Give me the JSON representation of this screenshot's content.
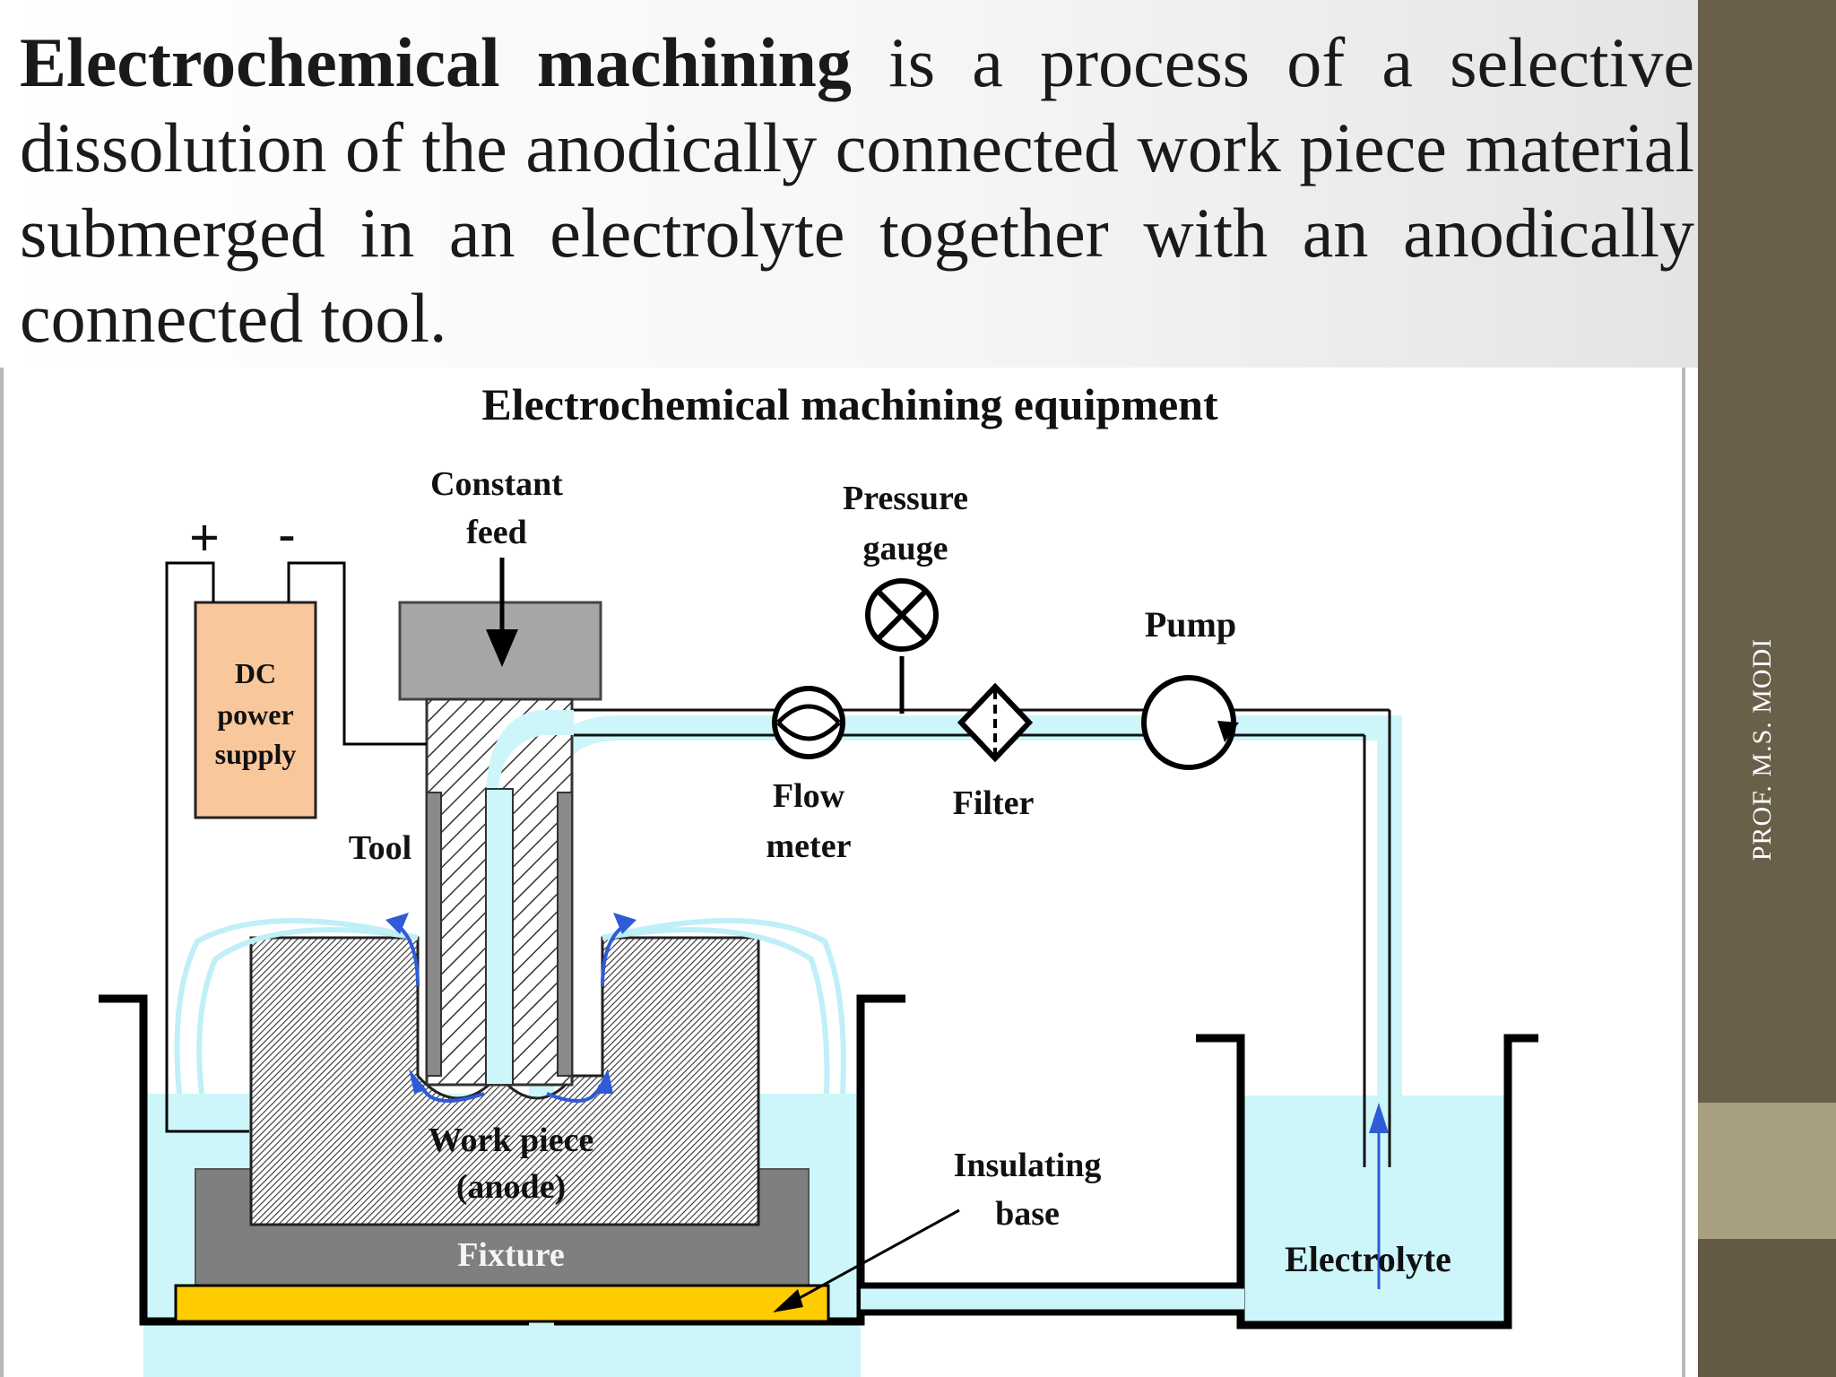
{
  "intro": {
    "term": "Electrochemical machining",
    "rest": " is a process of a selective dissolution of the anodically connected work piece material submerged in an electrolyte together with an anodically connected tool."
  },
  "author": "PROF. M.S. MODI",
  "diagram": {
    "title": "Electrochemical  machining equipment",
    "plus": "+",
    "minus": "-",
    "power_line1": "DC",
    "power_line2": "power",
    "power_line3": "supply",
    "feed_line1": "Constant",
    "feed_line2": "feed",
    "gauge_line1": "Pressure",
    "gauge_line2": "gauge",
    "pump": "Pump",
    "tool": "Tool",
    "flow_line1": "Flow",
    "flow_line2": "meter",
    "filter": "Filter",
    "work_line1": "Work piece",
    "work_line2": "(anode)",
    "fixture": "Fixture",
    "insul_line1": "Insulating",
    "insul_line2": "base",
    "electrolyte": "Electrolyte"
  },
  "colors": {
    "electrolyte": "#cdf6fb",
    "power_supply": "#f9c79c",
    "fixture": "#7f7f7f",
    "insulating_base": "#ffcc00",
    "band": "#6a5f49",
    "band_light": "#a79f7e"
  }
}
